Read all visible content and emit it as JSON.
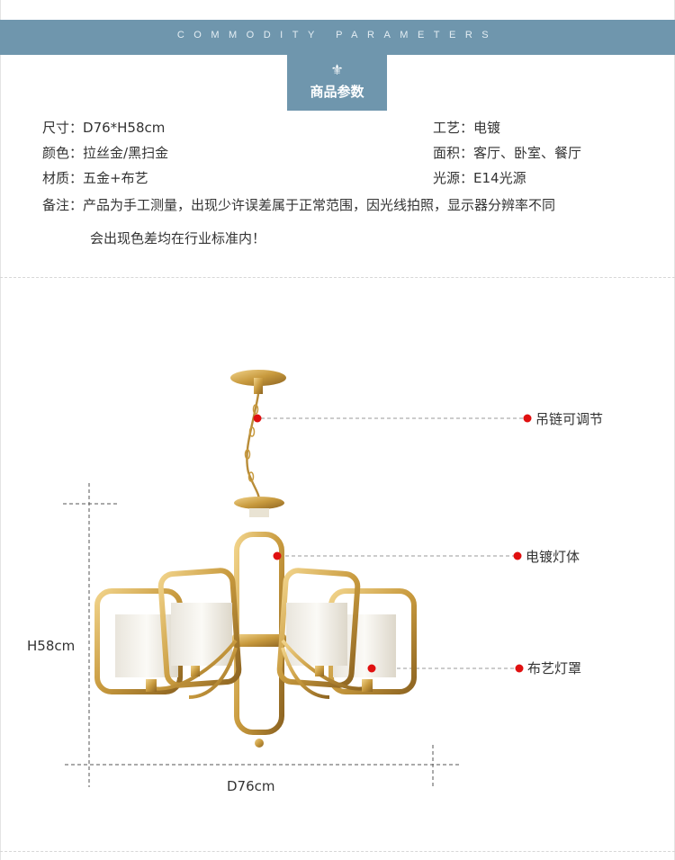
{
  "header": {
    "banner_text": "COMMODITY PARAMETERS",
    "tab_title": "商品参数",
    "tab_icon": "fleur-de-lis-icon"
  },
  "params": {
    "size": {
      "label": "尺寸：",
      "value": "D76*H58cm"
    },
    "craft": {
      "label": "工艺：",
      "value": "电镀"
    },
    "color": {
      "label": "颜色：",
      "value": "拉丝金/黑扫金"
    },
    "area": {
      "label": "面积：",
      "value": "客厅、卧室、餐厅"
    },
    "material": {
      "label": "材质：",
      "value": "五金+布艺"
    },
    "light_source": {
      "label": "光源：",
      "value": "E14光源"
    },
    "note": {
      "label": "备注：",
      "line1": "产品为手工测量，出现少许误差属于正常范围，因光线拍照，显示器分辨率不同",
      "line2": "会出现色差均在行业标准内！"
    }
  },
  "product": {
    "callouts": [
      "吊链可调节",
      "电镀灯体",
      "布艺灯罩"
    ],
    "height_label": "H58cm",
    "width_label": "D76cm"
  },
  "colors": {
    "banner": "#6f96ad",
    "gold": "#c9a24b",
    "marker": "#e01010"
  }
}
